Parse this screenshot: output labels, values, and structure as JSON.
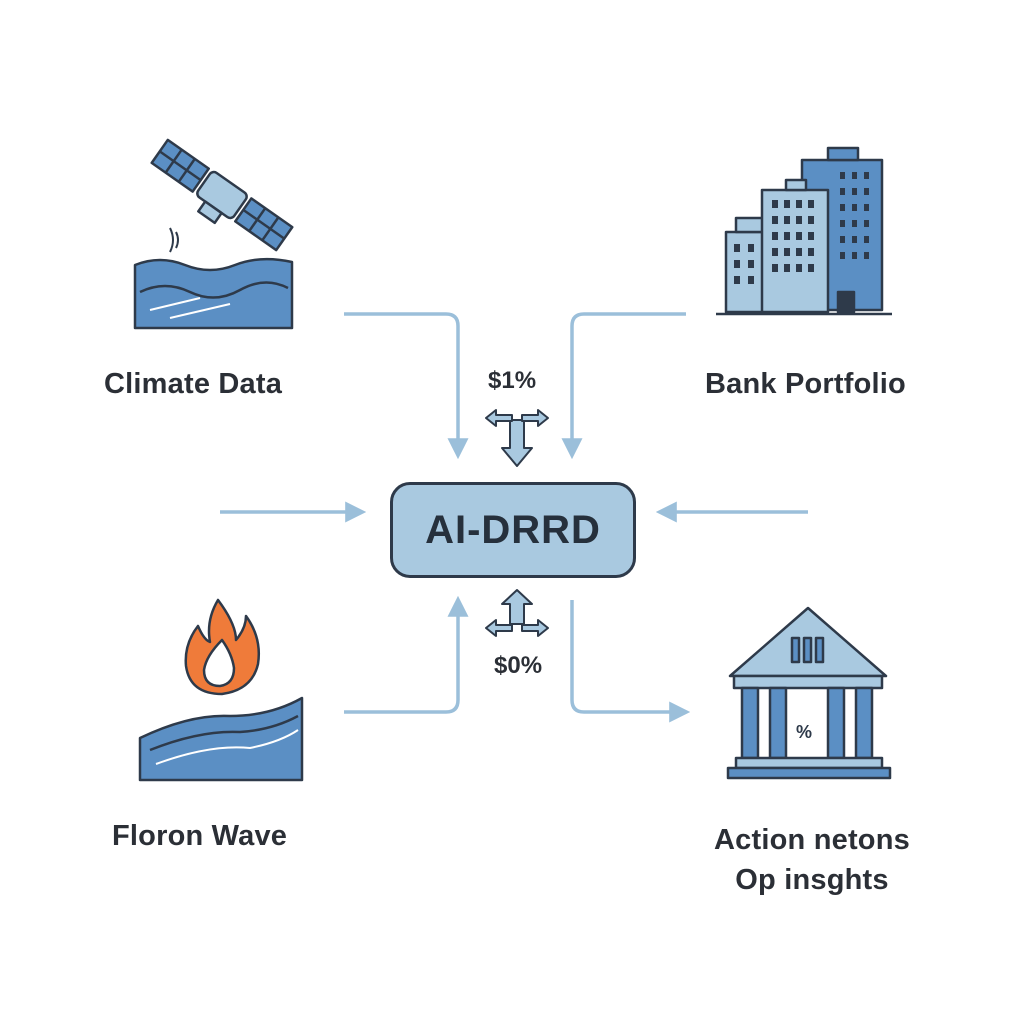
{
  "center": {
    "label": "AI-DRRD"
  },
  "nodes": {
    "climate_data": {
      "label": "Climate Data",
      "icon": "satellite-ocean-icon"
    },
    "bank_portfolio": {
      "label": "Bank Portfolio",
      "icon": "buildings-icon"
    },
    "floron_wave": {
      "label": "Floron Wave",
      "icon": "fire-wave-icon"
    },
    "action_insights": {
      "line1": "Action netons",
      "line2": "Op insghts",
      "icon": "bank-percent-icon"
    }
  },
  "flows": {
    "top_value": "$1%",
    "bottom_value": "$0%"
  },
  "colors": {
    "accent": "#5b8fc4",
    "arrow": "#9bbfda",
    "hub_fill": "#a9c9e0",
    "outline": "#2e3a4a",
    "flame": "#ef7b3a"
  }
}
